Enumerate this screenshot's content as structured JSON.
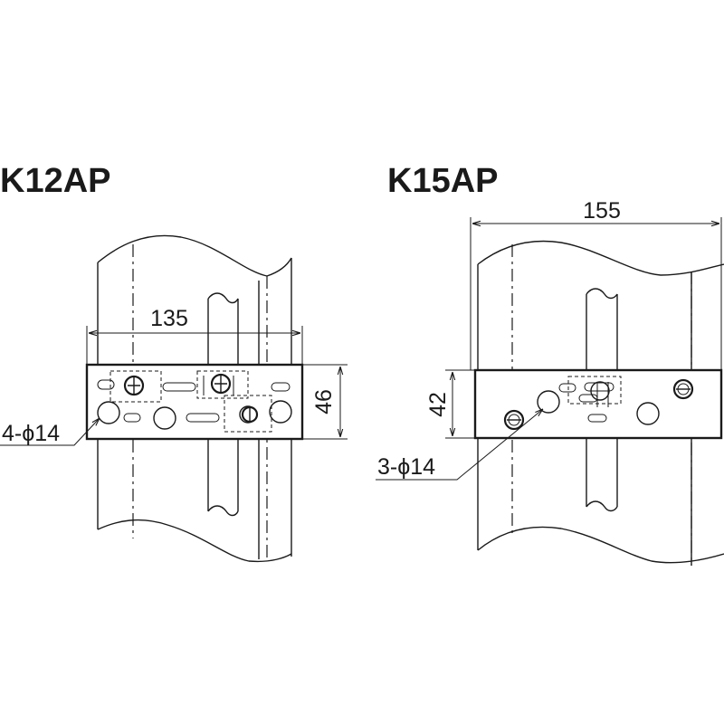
{
  "diagrams": [
    {
      "model": "K12AP",
      "width_label": "135",
      "height_label": "46",
      "holes_label": "4-ϕ14"
    },
    {
      "model": "K15AP",
      "width_label": "155",
      "height_label": "42",
      "holes_label": "3-ϕ14"
    }
  ]
}
